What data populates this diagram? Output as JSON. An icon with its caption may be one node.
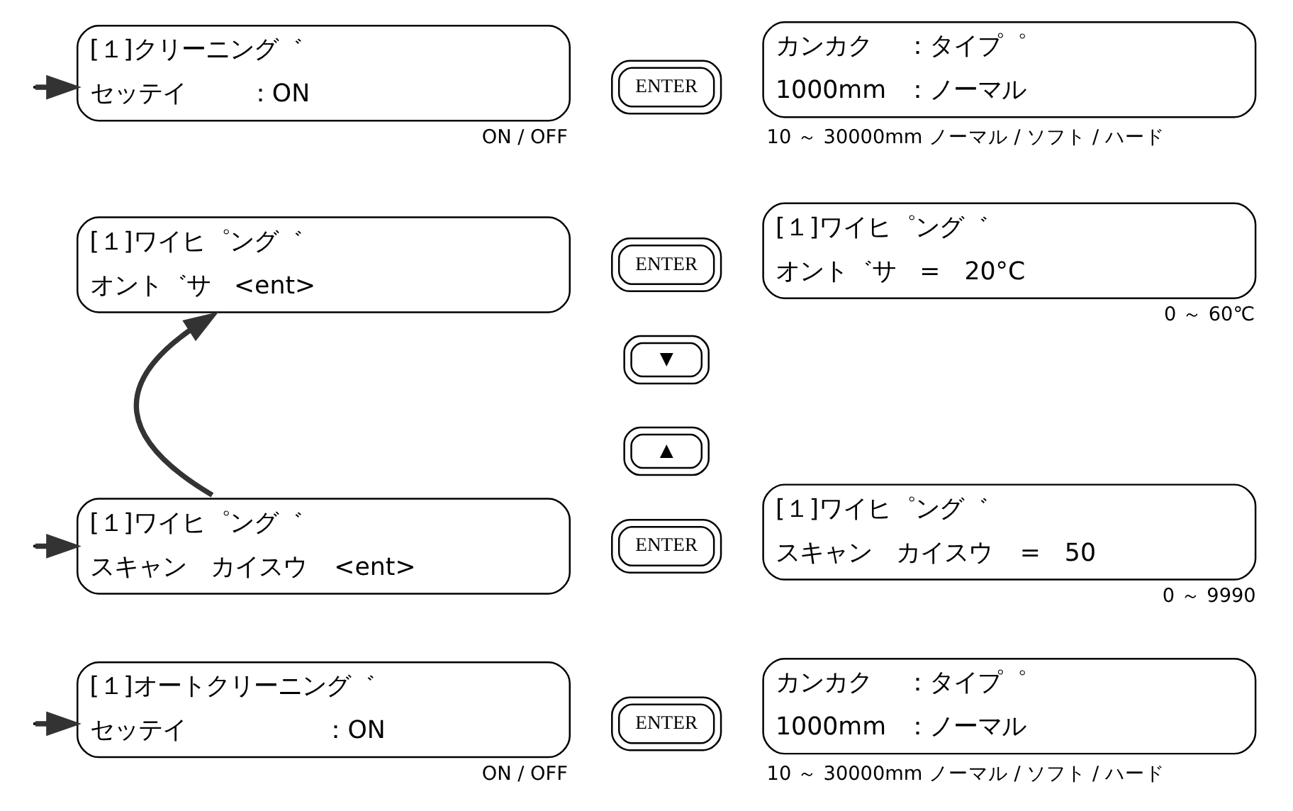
{
  "diagram": {
    "nodes": [
      {
        "text": [
          "[１]オートクリーニング゛",
          "セッテイ",
          "：ON"
        ],
        "beside": [
          "ON / OFF"
        ]
      },
      {
        "text": [
          "ENTER"
        ]
      },
      {
        "text": [
          "カンカク",
          "：タイプ゜",
          "1000mm",
          "：ノーマル"
        ],
        "beside": [
          "10 ～ 30000mm",
          "ノーマル / ソフト / ハード"
        ]
      },
      {
        "text": [
          "[１]クリーニング゛",
          "セッテイ",
          "：ON"
        ],
        "beside": [
          "ON / OFF"
        ]
      },
      {
        "text": [
          "ENTER"
        ]
      },
      {
        "text": [
          "カンカク",
          "：タイプ゜",
          "1000mm",
          "：ノーマル"
        ],
        "beside": [
          "10 ～ 30000mm",
          "ノーマル / ソフト / ハード"
        ]
      },
      {
        "text": [
          "[１]ワイヒ゜ング゛",
          "スキャン　カイスウ",
          "<ent>"
        ]
      },
      {
        "text": [
          "ENTER"
        ]
      },
      {
        "text": [
          "[１]ワイヒ゜ング゛",
          "スキャン　カイスウ",
          "=　50"
        ],
        "beside": [
          "0 ～ 9990"
        ]
      },
      {
        "text": [
          "▲"
        ]
      },
      {
        "text": [
          "▼"
        ]
      },
      {
        "text": [
          "[１]ワイヒ゜ング゛",
          "オント゛サ",
          "<ent>"
        ]
      },
      {
        "text": [
          "ENTER"
        ]
      },
      {
        "text": [
          "[１]ワイヒ゜ング゛",
          "オント゛サ",
          "=　20°C"
        ],
        "beside": [
          "0 ～ 60℃"
        ]
      }
    ],
    "edges": [
      {
        "from": null,
        "to": 0,
        "arrow": "to"
      },
      {
        "from": null,
        "to": 3,
        "arrow": "to"
      },
      {
        "from": null,
        "to": 6,
        "arrow": "to"
      },
      {
        "from": 6,
        "to": 11,
        "arrow": "to"
      }
    ]
  }
}
